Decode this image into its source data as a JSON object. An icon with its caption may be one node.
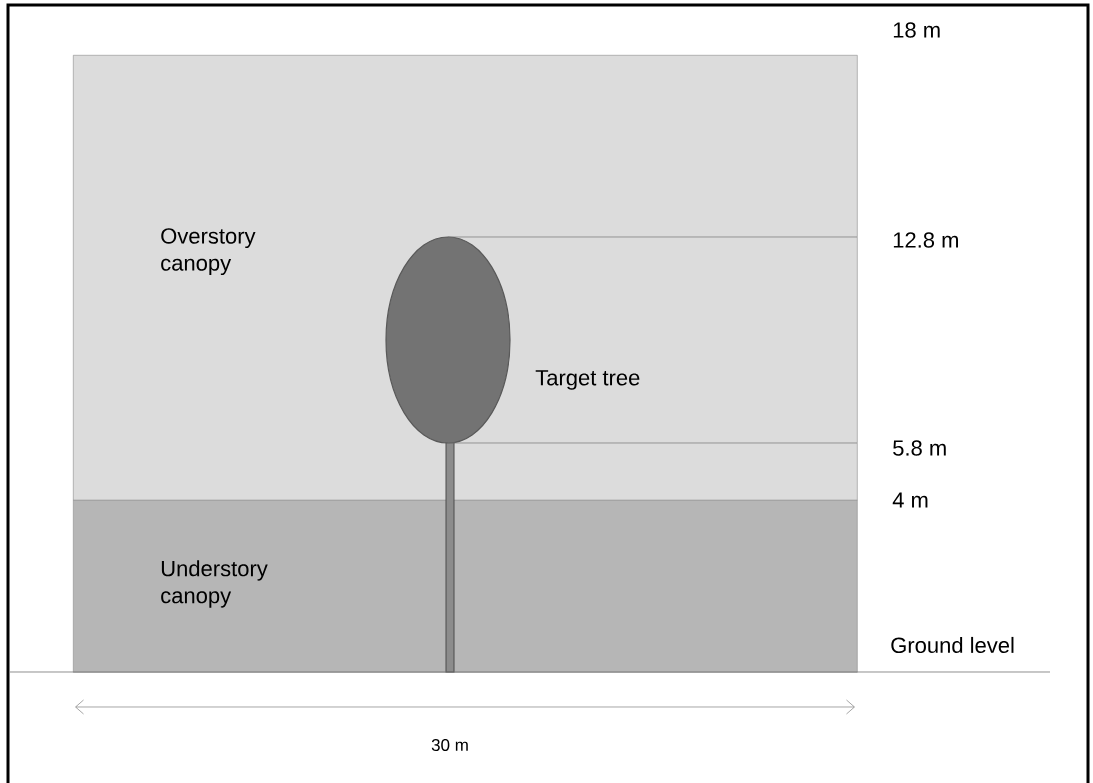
{
  "diagram": {
    "nodes": [
      {
        "text": [
          "Overstory canopy"
        ]
      },
      {
        "text": [
          "Understory canopy"
        ]
      }
    ],
    "labels": [
      "18 m",
      "12.8 m",
      "Target tree",
      "5.8 m",
      "4 m",
      "Ground level",
      "30 m"
    ]
  }
}
